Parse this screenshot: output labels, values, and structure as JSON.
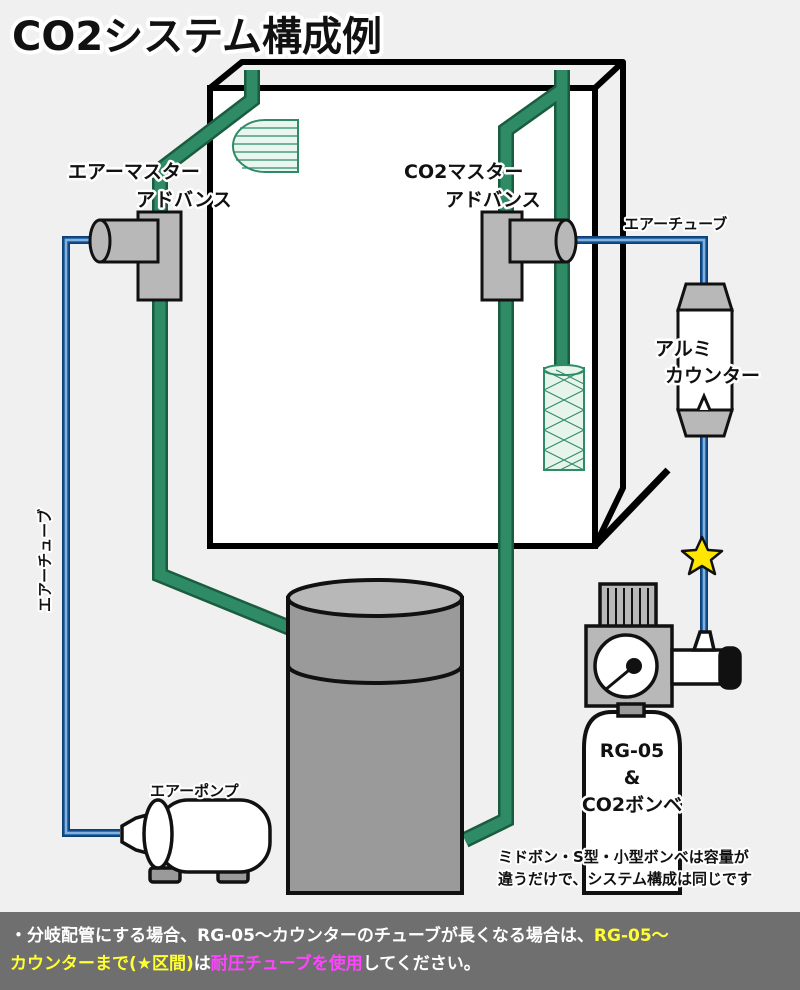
{
  "title": "CO2システム構成例",
  "labels": {
    "air_master_line1": "エアーマスター",
    "air_master_line2": "アドバンス",
    "co2_master_line1": "CO2マスター",
    "co2_master_line2": "アドバンス",
    "air_tube_top": "エアーチューブ",
    "air_tube_side": "エアーチューブ",
    "aluminum_counter_line1": "アルミ",
    "aluminum_counter_line2": "カウンター",
    "air_pump": "エアーポンプ",
    "regulator_line1": "RG-05",
    "regulator_line2": "&",
    "regulator_line3": "CO2ボンベ",
    "note_line1": "ミドボン・S型・小型ボンベは容量が",
    "note_line2": "違うだけで、システム構成は同じです"
  },
  "footer": {
    "p1": "・分岐配管にする場合、RG-05～カウンターのチューブが長くなる場合は、",
    "p2": "RG-05～",
    "p3": "カウンターまで(★区間)",
    "p4": "は",
    "p5": "耐圧チューブを使用",
    "p6": "してください。"
  },
  "colors": {
    "pipe_green": "#2e8b66",
    "tube_blue": "#1f6fbf",
    "part_gray": "#b8b8b8",
    "star_yellow": "#ffe600",
    "footer_bg": "#6f6f6f",
    "highlight_yellow": "#ffff33",
    "highlight_pink": "#ff44ff"
  },
  "icons": [
    "star-icon",
    "gauge-icon"
  ]
}
